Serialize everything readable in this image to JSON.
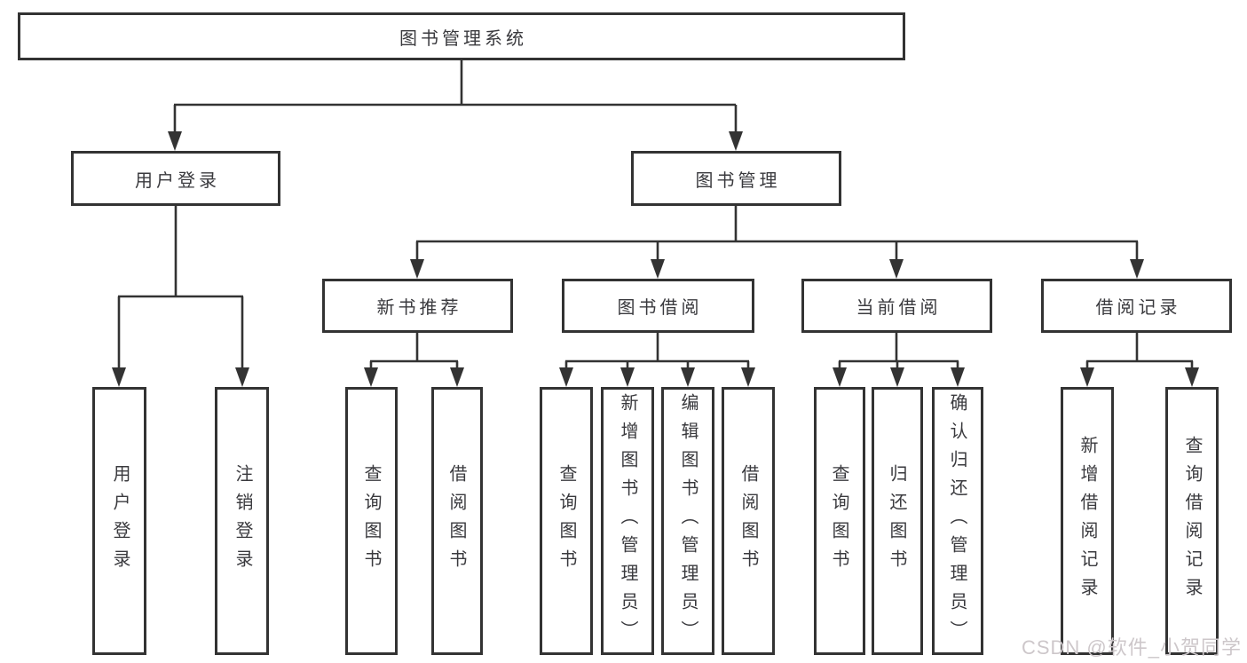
{
  "tree": {
    "root": {
      "label": "图书管理系统"
    },
    "branches": [
      {
        "label": "用户登录",
        "leaves": [
          {
            "label": "用户登录"
          },
          {
            "label": "注销登录"
          }
        ]
      },
      {
        "label": "图书管理",
        "groups": [
          {
            "label": "新书推荐",
            "leaves": [
              {
                "label": "查询图书"
              },
              {
                "label": "借阅图书"
              }
            ]
          },
          {
            "label": "图书借阅",
            "leaves": [
              {
                "label": "查询图书"
              },
              {
                "label": "新增图书（管理员）"
              },
              {
                "label": "编辑图书（管理员）"
              },
              {
                "label": "借阅图书"
              }
            ]
          },
          {
            "label": "当前借阅",
            "leaves": [
              {
                "label": "查询图书"
              },
              {
                "label": "归还图书"
              },
              {
                "label": "确认归还（管理员）"
              }
            ]
          },
          {
            "label": "借阅记录",
            "leaves": [
              {
                "label": "新增借阅记录"
              },
              {
                "label": "查询借阅记录"
              }
            ]
          }
        ]
      }
    ]
  },
  "watermark": {
    "text": "CSDN @软件_小贺同学"
  },
  "colors": {
    "line": "#333333",
    "text": "#3a3a3e",
    "background": "#ffffff",
    "watermark": "#cdc7ca"
  }
}
